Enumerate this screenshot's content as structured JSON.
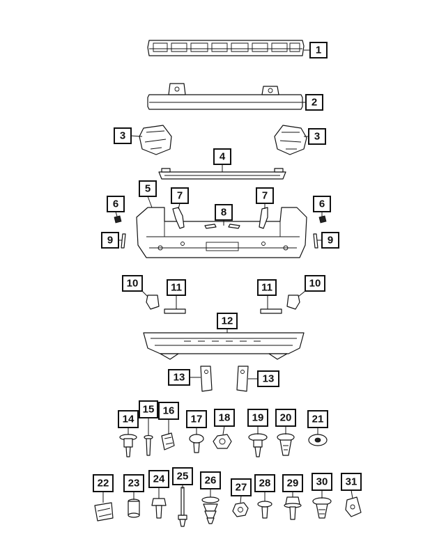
{
  "diagram": {
    "callouts": [
      "1",
      "2",
      "3",
      "3",
      "4",
      "5",
      "6",
      "6",
      "7",
      "7",
      "8",
      "9",
      "9",
      "10",
      "10",
      "11",
      "11",
      "12",
      "13",
      "13",
      "14",
      "15",
      "16",
      "17",
      "18",
      "19",
      "20",
      "21",
      "22",
      "23",
      "24",
      "25",
      "26",
      "27",
      "28",
      "29",
      "30",
      "31"
    ]
  }
}
